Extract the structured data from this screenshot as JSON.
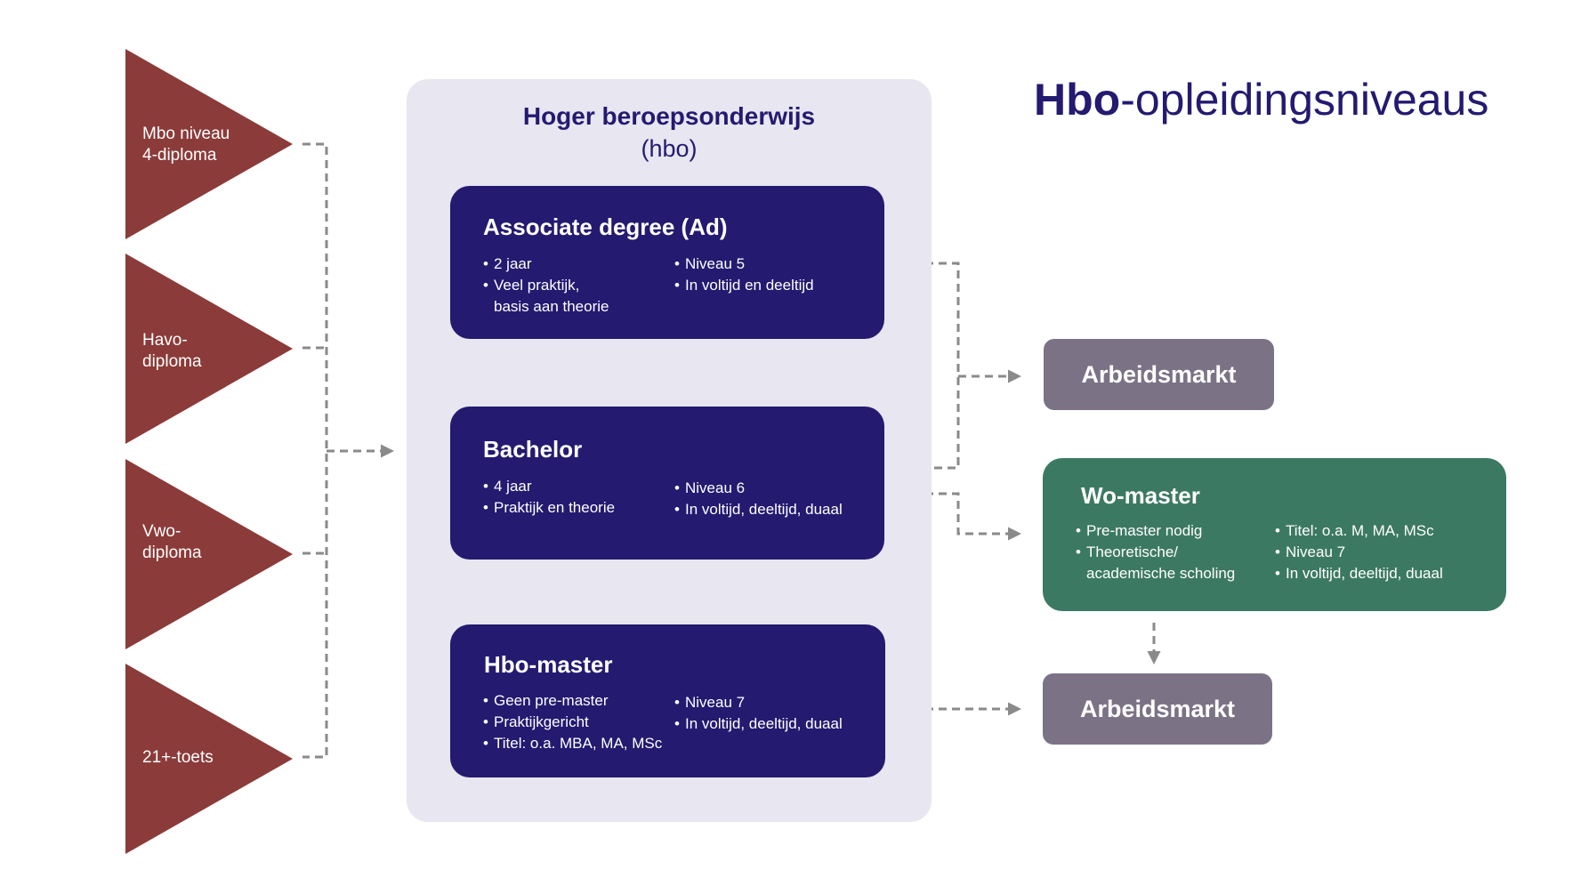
{
  "title": {
    "bold": "Hbo",
    "rest": "-opleidingsniveaus"
  },
  "entries": [
    {
      "label": "Mbo niveau\n4-diploma"
    },
    {
      "label": "Havo-\ndiploma"
    },
    {
      "label": "Vwo-\ndiploma"
    },
    {
      "label": "21+-toets"
    }
  ],
  "hbo": {
    "heading": "Hoger beroepsonderwijs",
    "subheading": "(hbo)",
    "programs": [
      {
        "title": "Associate degree (Ad)",
        "left": [
          "2 jaar",
          "Veel praktijk,\nbasis aan theorie"
        ],
        "right": [
          "Niveau 5",
          "In voltijd en deeltijd"
        ]
      },
      {
        "title": "Bachelor",
        "left": [
          "4 jaar",
          "Praktijk en theorie"
        ],
        "right": [
          "Niveau 6",
          "In voltijd, deeltijd, duaal"
        ]
      },
      {
        "title": "Hbo-master",
        "left": [
          "Geen pre-master",
          "Praktijkgericht",
          "Titel: o.a. MBA, MA, MSc"
        ],
        "right": [
          "Niveau 7",
          "In voltijd, deeltijd, duaal"
        ]
      }
    ]
  },
  "arbeidsmarkt_top": "Arbeidsmarkt",
  "wo_master": {
    "title": "Wo-master",
    "left": [
      "Pre-master nodig",
      "Theoretische/\nacademische scholing"
    ],
    "right": [
      "Titel: o.a. M, MA, MSc",
      "Niveau 7",
      "In voltijd, deeltijd, duaal"
    ]
  },
  "arbeidsmarkt_bottom": "Arbeidsmarkt",
  "colors": {
    "entry_triangle": "#8b3b39",
    "hbo_panel": "#e7e6f1",
    "program_box": "#241a70",
    "wo_box": "#3c7963",
    "arbeidsmarkt_box": "#7c7286",
    "connector": "#8a8a8a",
    "title_text": "#241a70"
  }
}
